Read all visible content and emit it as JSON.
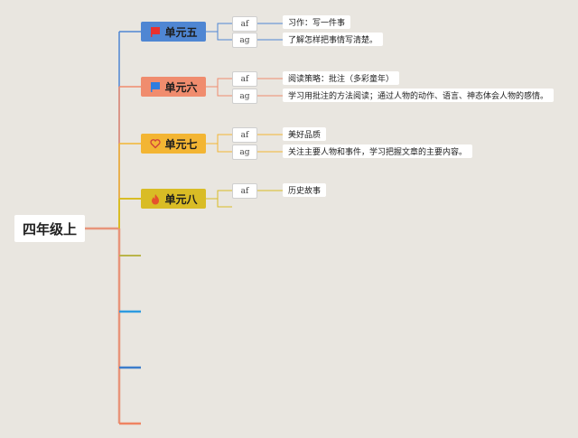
{
  "root": {
    "label": "四年级上"
  },
  "units": [
    {
      "label": "单元五",
      "icon": "red-flag-icon",
      "color": "#4f86d3",
      "lines": "#4f86d3",
      "items": [
        {
          "tag": "af",
          "text": "习作：写一件事"
        },
        {
          "tag": "ag",
          "text": "了解怎样把事情写清楚。"
        }
      ]
    },
    {
      "label": "单元六",
      "icon": "blue-flag-icon",
      "color": "#f08c6e",
      "lines": "#f08c6e",
      "items": [
        {
          "tag": "af",
          "text": "阅读策略：批注（多彩童年）"
        },
        {
          "tag": "ag",
          "text": "学习用批注的方法阅读；通过人物的动作、语言、神态体会人物的感情。"
        }
      ]
    },
    {
      "label": "单元七",
      "icon": "heart-icon",
      "color": "#f3b533",
      "lines": "#f3b533",
      "items": [
        {
          "tag": "af",
          "text": "美好品质"
        },
        {
          "tag": "ag",
          "text": "关注主要人物和事件，学习把握文章的主要内容。"
        }
      ]
    },
    {
      "label": "单元八",
      "icon": "fire-icon",
      "color": "#d9bc25",
      "lines": "#d9bc25",
      "items": [
        {
          "tag": "af",
          "text": "历史故事"
        }
      ]
    }
  ],
  "colors": {
    "trunk_top": "#e8947a",
    "stub_olive": "#b9b449",
    "stub_blue1": "#2e9be0",
    "stub_blue2": "#3d7dcb",
    "stub_orange": "#ef8462",
    "flag_red": "#e8312f",
    "flag_blue": "#2e7de0",
    "heart": "#d0453a",
    "fire": "#e5512c"
  }
}
